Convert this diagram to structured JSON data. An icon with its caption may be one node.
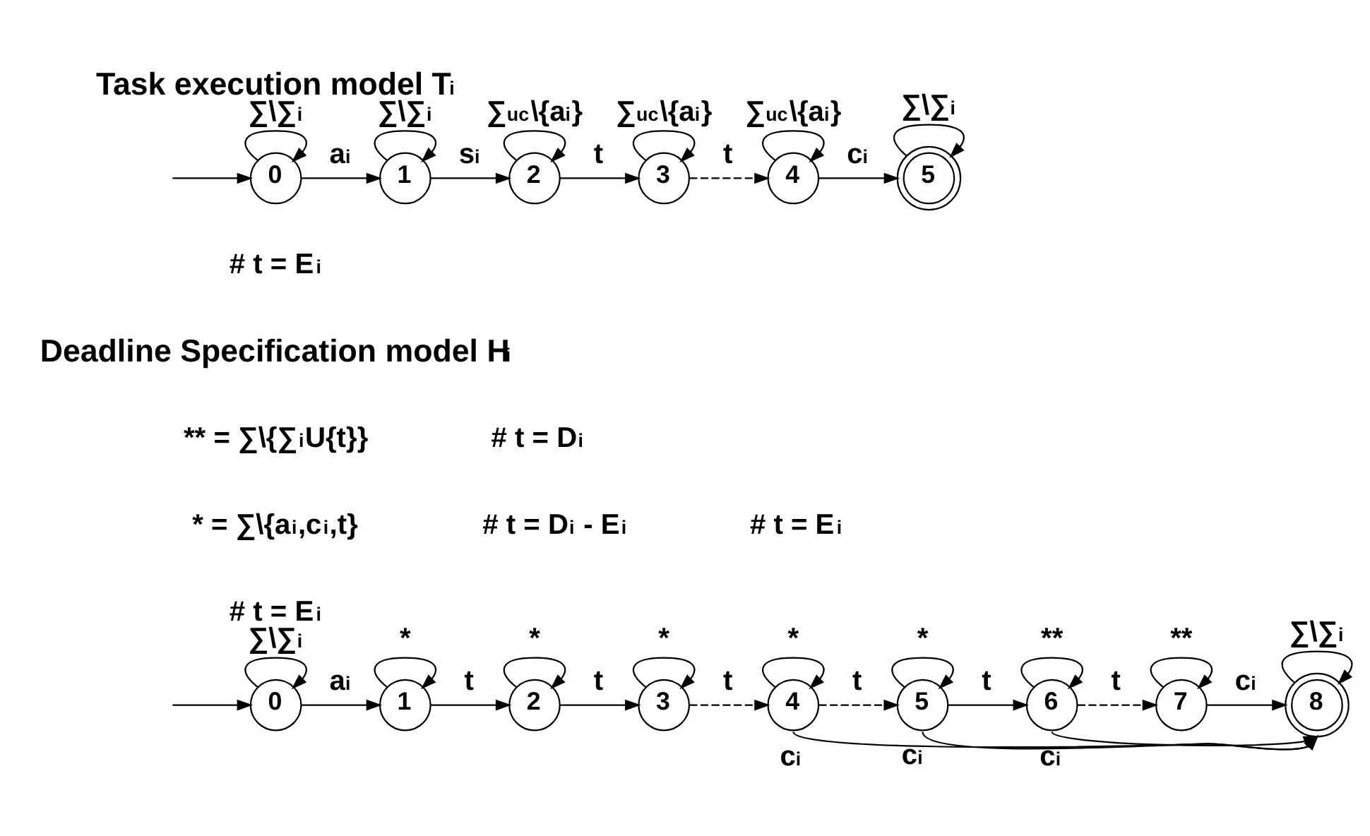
{
  "diagram": {
    "nodes": [
      {
        "text": [
          "0"
        ]
      },
      {
        "text": [
          "1"
        ]
      },
      {
        "text": [
          "2"
        ]
      },
      {
        "text": [
          "3"
        ]
      },
      {
        "text": [
          "4"
        ]
      },
      {
        "text": [
          "5"
        ]
      },
      {
        "text": [
          "0"
        ]
      },
      {
        "text": [
          "1"
        ]
      },
      {
        "text": [
          "2"
        ]
      },
      {
        "text": [
          "3"
        ]
      },
      {
        "text": [
          "4"
        ]
      },
      {
        "text": [
          "5"
        ]
      },
      {
        "text": [
          "6"
        ]
      },
      {
        "text": [
          "7"
        ]
      },
      {
        "text": [
          "8"
        ]
      }
    ],
    "edges": [
      {
        "from": null,
        "to": 0,
        "arrow": "to"
      },
      {
        "from": 0,
        "to": 0,
        "arrow": "to",
        "label": "∑\\∑$_{i}$"
      },
      {
        "from": 0,
        "to": 1,
        "arrow": "to",
        "label": "a$_{i}$"
      },
      {
        "from": 1,
        "to": 1,
        "arrow": "to",
        "label": "∑\\∑$_{i}$"
      },
      {
        "from": 1,
        "to": 2,
        "arrow": "to",
        "label": "s$_{i}$"
      },
      {
        "from": 2,
        "to": 2,
        "arrow": "to",
        "label": "∑$_{uc}$\\{a$_{i}$}"
      },
      {
        "from": 2,
        "to": 3,
        "arrow": "to",
        "label": "t"
      },
      {
        "from": 3,
        "to": 3,
        "arrow": "to",
        "label": "∑$_{uc}$\\{a$_{i}$}"
      },
      {
        "from": 3,
        "to": 4,
        "arrow": "to",
        "label": "t",
        "style": "dashed"
      },
      {
        "from": 4,
        "to": 4,
        "arrow": "to",
        "label": "∑$_{uc}$\\{a$_{i}$}"
      },
      {
        "from": 4,
        "to": 5,
        "arrow": "to",
        "label": "c$_{i}$"
      },
      {
        "from": 5,
        "to": 5,
        "arrow": "to",
        "label": "∑\\∑$_{i}$"
      },
      {
        "from": null,
        "to": 6,
        "arrow": "to"
      },
      {
        "from": 6,
        "to": 6,
        "arrow": "to",
        "label": "∑\\∑$_{i}$"
      },
      {
        "from": 6,
        "to": 7,
        "arrow": "to",
        "label": "a$_{i}$"
      },
      {
        "from": 7,
        "to": 7,
        "arrow": "to",
        "label": "*"
      },
      {
        "from": 7,
        "to": 8,
        "arrow": "to",
        "label": "t"
      },
      {
        "from": 8,
        "to": 8,
        "arrow": "to",
        "label": "*"
      },
      {
        "from": 8,
        "to": 9,
        "arrow": "to",
        "label": "t"
      },
      {
        "from": 9,
        "to": 9,
        "arrow": "to",
        "label": "*"
      },
      {
        "from": 9,
        "to": 10,
        "arrow": "to",
        "label": "t",
        "style": "dashed"
      },
      {
        "from": 10,
        "to": 10,
        "arrow": "to",
        "label": "*"
      },
      {
        "from": 10,
        "to": 11,
        "arrow": "to",
        "label": "t",
        "style": "dashed"
      },
      {
        "from": 11,
        "to": 11,
        "arrow": "to",
        "label": "*"
      },
      {
        "from": 11,
        "to": 12,
        "arrow": "to",
        "label": "t"
      },
      {
        "from": 12,
        "to": 12,
        "arrow": "to",
        "label": "**"
      },
      {
        "from": 12,
        "to": 13,
        "arrow": "to",
        "label": "t",
        "style": "dashed"
      },
      {
        "from": 13,
        "to": 13,
        "arrow": "to",
        "label": "**"
      },
      {
        "from": 10,
        "to": 14,
        "arrow": "to",
        "label": "c$_{i}$"
      },
      {
        "from": 11,
        "to": 14,
        "arrow": "to",
        "label": "c$_{i}$"
      },
      {
        "from": 12,
        "to": 14,
        "arrow": "to",
        "label": "c$_{i}$"
      },
      {
        "from": 13,
        "to": 14,
        "arrow": "to",
        "label": "c$_{i}$"
      },
      {
        "from": 14,
        "to": 14,
        "arrow": "to",
        "label": "∑\\∑$_{i}$"
      }
    ],
    "labels": [
      "Task execution model T$_{i}$",
      "# t = E$_{i}$",
      "Deadline Specification model H$_{i}$",
      "** = ∑\\{∑$_{i}$U{t}}",
      "# t = D$_{i}$",
      "* = ∑\\{a$_{i}$,c$_{i}$,t}",
      "# t = D$_{i}$ - E$_{i}$",
      "# t = E$_{i}$",
      "# t = E$_{i}$"
    ]
  }
}
